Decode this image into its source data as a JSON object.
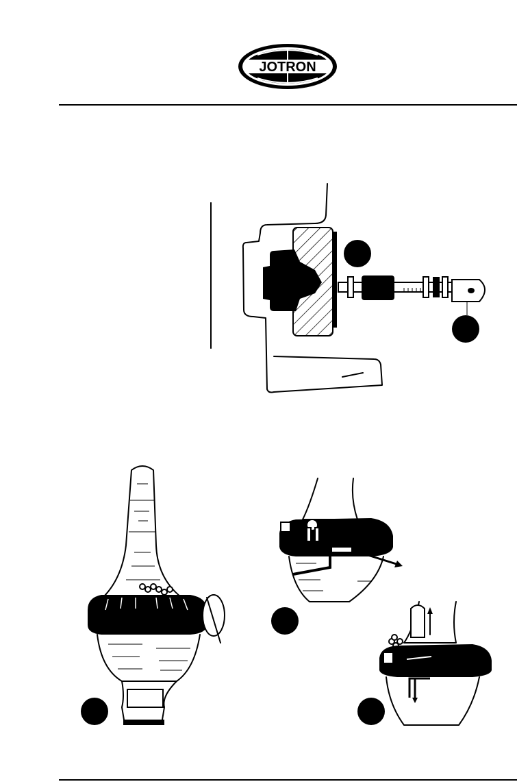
{
  "brand": {
    "logo_text": "JOTRON"
  },
  "colors": {
    "ink": "#000000",
    "paper": "#ffffff"
  },
  "figures": [
    {
      "id": "mounting-bracket",
      "markers": 2
    },
    {
      "id": "beacon-full",
      "markers": 1
    },
    {
      "id": "beacon-release",
      "markers": 1
    },
    {
      "id": "beacon-shackle",
      "markers": 1
    }
  ]
}
